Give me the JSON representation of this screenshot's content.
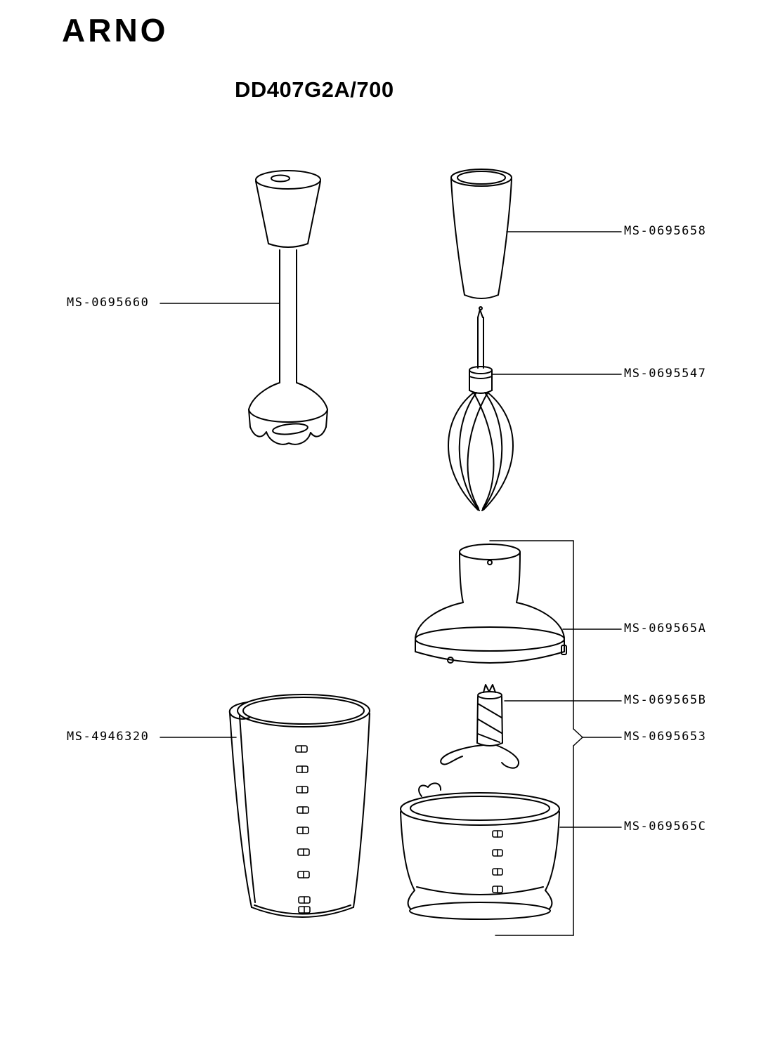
{
  "brand": "ARNO",
  "title": "DD407G2A/700",
  "labels": {
    "blender_foot": "MS-0695660",
    "whisk_gearbox": "MS-0695658",
    "whisk": "MS-0695547",
    "chopper_lid": "MS-069565A",
    "chopper_blade": "MS-069565B",
    "chopper_assembly": "MS-0695653",
    "beaker": "MS-4946320",
    "chopper_bowl": "MS-069565C"
  }
}
